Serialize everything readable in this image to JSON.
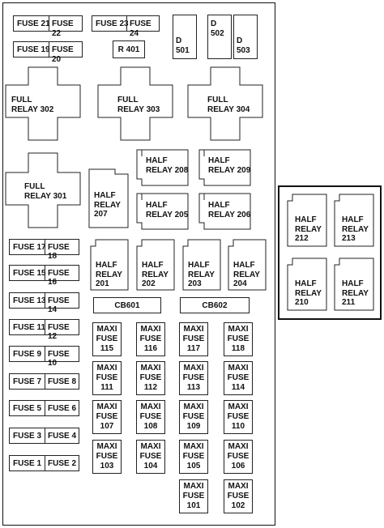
{
  "fuse_pairs_top": [
    {
      "left": "FUSE 21",
      "right": "FUSE 22"
    },
    {
      "left": "FUSE 23",
      "right": "FUSE 24"
    },
    {
      "left": "FUSE 19",
      "right": "FUSE 20"
    }
  ],
  "r401": "R 401",
  "diodes": {
    "d501": "D 501",
    "d502": "D 502",
    "d503": "D 503"
  },
  "full_relays": [
    {
      "line1": "FULL",
      "line2": "RELAY 302"
    },
    {
      "line1": "FULL",
      "line2": "RELAY 303"
    },
    {
      "line1": "FULL",
      "line2": "RELAY 304"
    },
    {
      "line1": "FULL",
      "line2": "RELAY 301"
    }
  ],
  "half_relays_mid": [
    {
      "line1": "HALF",
      "line2": "RELAY 208"
    },
    {
      "line1": "HALF",
      "line2": "RELAY 209"
    },
    {
      "line1": "HALF",
      "line2": "RELAY 205"
    },
    {
      "line1": "HALF",
      "line2": "RELAY 206"
    }
  ],
  "half_relay_207": {
    "line1": "HALF",
    "line2": "RELAY",
    "line3": "207"
  },
  "fuse_pairs_left": [
    {
      "left": "FUSE 17",
      "right": "FUSE 18"
    },
    {
      "left": "FUSE 15",
      "right": "FUSE 16"
    },
    {
      "left": "FUSE 13",
      "right": "FUSE 14"
    },
    {
      "left": "FUSE 11",
      "right": "FUSE 12"
    },
    {
      "left": "FUSE 9",
      "right": "FUSE 10"
    },
    {
      "left": "FUSE 7",
      "right": "FUSE 8"
    },
    {
      "left": "FUSE 5",
      "right": "FUSE 6"
    },
    {
      "left": "FUSE 3",
      "right": "FUSE 4"
    },
    {
      "left": "FUSE 1",
      "right": "FUSE 2"
    }
  ],
  "half_relays_row": [
    {
      "line1": "HALF",
      "line2": "RELAY",
      "line3": "201"
    },
    {
      "line1": "HALF",
      "line2": "RELAY",
      "line3": "202"
    },
    {
      "line1": "HALF",
      "line2": "RELAY",
      "line3": "203"
    },
    {
      "line1": "HALF",
      "line2": "RELAY",
      "line3": "204"
    }
  ],
  "circuit_breakers": [
    "CB601",
    "CB602"
  ],
  "maxi_fuses": [
    {
      "line1": "MAXI",
      "line2": "FUSE",
      "line3": "115"
    },
    {
      "line1": "MAXI",
      "line2": "FUSE",
      "line3": "116"
    },
    {
      "line1": "MAXI",
      "line2": "FUSE",
      "line3": "117"
    },
    {
      "line1": "MAXI",
      "line2": "FUSE",
      "line3": "118"
    },
    {
      "line1": "MAXI",
      "line2": "FUSE",
      "line3": "111"
    },
    {
      "line1": "MAXI",
      "line2": "FUSE",
      "line3": "112"
    },
    {
      "line1": "MAXI",
      "line2": "FUSE",
      "line3": "113"
    },
    {
      "line1": "MAXI",
      "line2": "FUSE",
      "line3": "114"
    },
    {
      "line1": "MAXI",
      "line2": "FUSE",
      "line3": "107"
    },
    {
      "line1": "MAXI",
      "line2": "FUSE",
      "line3": "108"
    },
    {
      "line1": "MAXI",
      "line2": "FUSE",
      "line3": "109"
    },
    {
      "line1": "MAXI",
      "line2": "FUSE",
      "line3": "110"
    },
    {
      "line1": "MAXI",
      "line2": "FUSE",
      "line3": "103"
    },
    {
      "line1": "MAXI",
      "line2": "FUSE",
      "line3": "104"
    },
    {
      "line1": "MAXI",
      "line2": "FUSE",
      "line3": "105"
    },
    {
      "line1": "MAXI",
      "line2": "FUSE",
      "line3": "106"
    },
    {
      "line1": "MAXI",
      "line2": "FUSE",
      "line3": "101"
    },
    {
      "line1": "MAXI",
      "line2": "FUSE",
      "line3": "102"
    }
  ],
  "side_half_relays": [
    {
      "line1": "HALF",
      "line2": "RELAY",
      "line3": "212"
    },
    {
      "line1": "HALF",
      "line2": "RELAY",
      "line3": "213"
    },
    {
      "line1": "HALF",
      "line2": "RELAY",
      "line3": "210"
    },
    {
      "line1": "HALF",
      "line2": "RELAY",
      "line3": "211"
    }
  ]
}
